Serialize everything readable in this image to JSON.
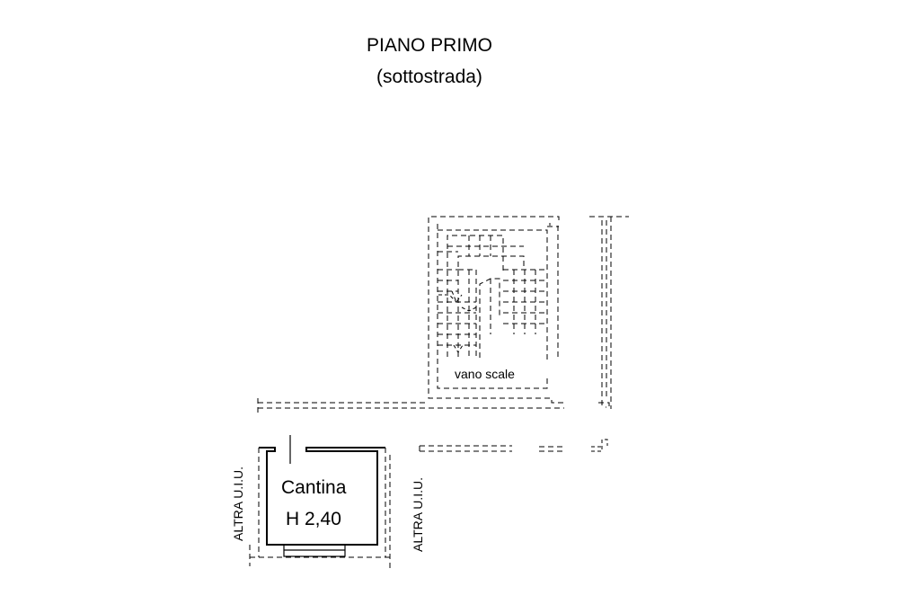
{
  "header": {
    "floor_title": "PIANO PRIMO",
    "floor_subtitle": "(sottostrada)"
  },
  "labels": {
    "stairwell": "vano scale",
    "room_name": "Cantina",
    "room_height": "H 2,40",
    "adjacent_left": "ALTRA U.I.U.",
    "adjacent_right": "ALTRA U.I.U."
  }
}
